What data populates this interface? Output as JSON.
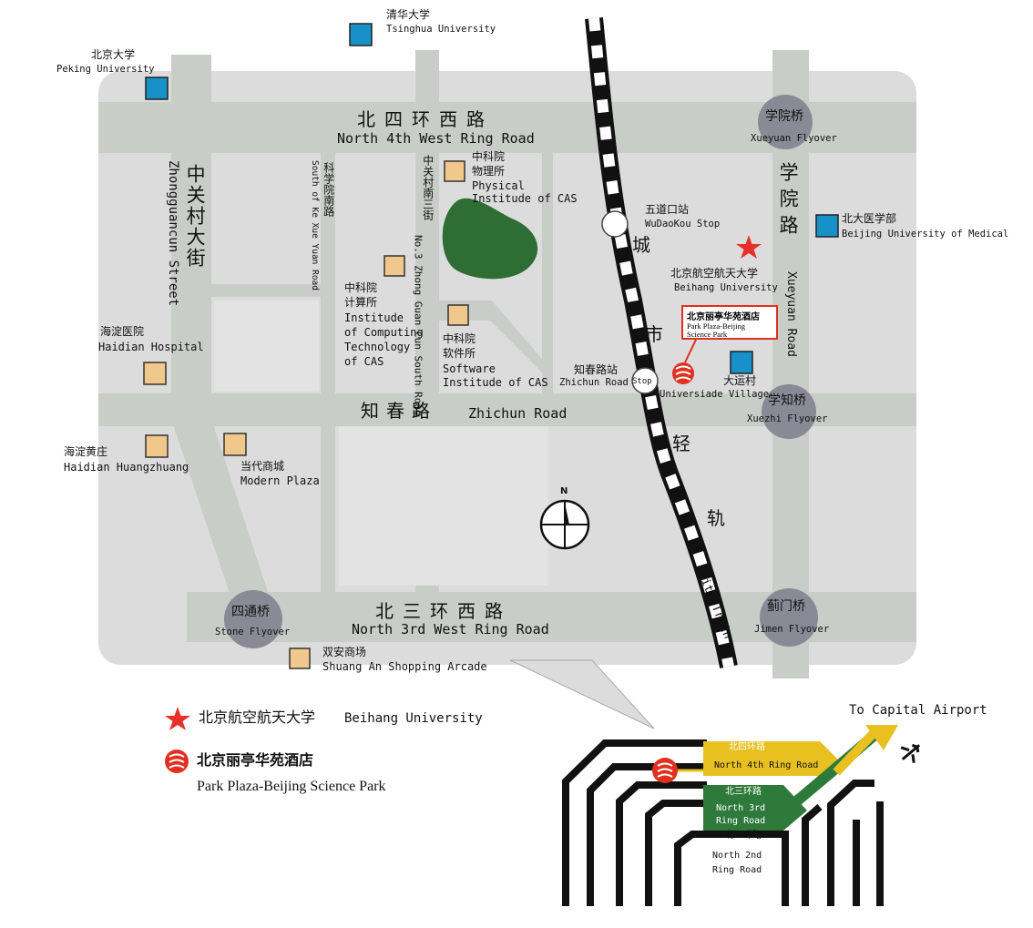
{
  "roads": {
    "north4_cn": "北四环西路",
    "north4_en": "North 4th West Ring Road",
    "north3_cn": "北三环西路",
    "north3_en": "North 3rd West Ring Road",
    "zhichun_cn": "知春路",
    "zhichun_en": "Zhichun Road",
    "zhongguancun_cn": "中关村大街",
    "zhongguancun_en": "Zhongguancun Street",
    "kexueyuan_cn": "科学院南路",
    "kexueyuan_en": "South of Ke Xue Yuan Road",
    "zgc3_cn": "中关村南三街",
    "zgc3_en": "No.3 Zhong Guan Cun South Road",
    "xueyuan_cn": "学院路",
    "xueyuan_en": "Xueyuan Road",
    "citytrain_cn": [
      "城",
      "市",
      "轻",
      "轨"
    ],
    "citytrain_en": "City Train"
  },
  "flyovers": {
    "xueyuan_cn": "学院桥",
    "xueyuan_en": "Xueyuan Flyover",
    "xuezhi_cn": "学知桥",
    "xuezhi_en": "Xuezhi Flyover",
    "jimen_cn": "蓟门桥",
    "jimen_en": "Jimen Flyover",
    "stone_cn": "四通桥",
    "stone_en": "Stone Flyover"
  },
  "stations": {
    "wudaokou_cn": "五道口站",
    "wudaokou_en": "WuDaoKou Stop",
    "zhichun_cn": "知春路站",
    "zhichun_en": "Zhichun Road",
    "zhichun_stop": "Stop"
  },
  "places": {
    "tsinghua_cn": "清华大学",
    "tsinghua_en": "Tsinghua University",
    "peking_cn": "北京大学",
    "peking_en": "Peking University",
    "physics_cn1": "中科院",
    "physics_cn2": "物理所",
    "physics_en1": "Physical",
    "physics_en2": "Institude of CAS",
    "computing_cn1": "中科院",
    "computing_cn2": "计算所",
    "computing_en1": "Institude",
    "computing_en2": "of Computing",
    "computing_en3": "Technology",
    "computing_en4": "of CAS",
    "software_cn1": "中科院",
    "software_cn2": "软件所",
    "software_en1": "Software",
    "software_en2": "Institude of CAS",
    "medical_cn": "北大医学部",
    "medical_en": "Beijing University of Medical",
    "beihang_cn": "北京航空航天大学",
    "beihang_en": "Beihang University",
    "univ_village_cn": "大运村",
    "univ_village_en": "Universiade Village",
    "haidian_hosp_cn": "海淀医院",
    "haidian_hosp_en": "Haidian Hospital",
    "huangzhuang_cn": "海淀黄庄",
    "huangzhuang_en": "Haidian Huangzhuang",
    "modern_cn": "当代商城",
    "modern_en": "Modern Plaza",
    "shuangan_cn": "双安商场",
    "shuangan_en": "Shuang An Shopping Arcade"
  },
  "hotel_callout": {
    "cn": "北京丽亭华苑酒店",
    "en1": "Park Plaza-Beijing",
    "en2": "Science Park"
  },
  "compass": {
    "north_letter": "N"
  },
  "legend": {
    "beihang_cn": "北京航空航天大学",
    "beihang_en": "Beihang University",
    "hotel_cn": "北京丽亭华苑酒店",
    "hotel_en": "Park Plaza-Beijing Science Park"
  },
  "inset": {
    "airport": "To Capital Airport",
    "north4_cn": "北四环路",
    "north4_en": "North 4th Ring Road",
    "north3_cn": "北三环路",
    "north3_en1": "North 3rd",
    "north3_en2": "Ring Road",
    "north2_cn": "北二环路",
    "north2_en1": "North 2nd",
    "north2_en2": "Ring Road"
  },
  "colors": {
    "road": "#c8cdc8",
    "block": "#dcdcdc",
    "flyover": "#8a8a96",
    "park": "#2e6e35",
    "star": "#e8302a",
    "hotel_red": "#e03020",
    "blue_marker": "#1890c8",
    "tan_marker": "#f0c88c",
    "inset_yellow": "#e8c020",
    "inset_green": "#2e7a3a"
  },
  "icons": {
    "beihang_marker": "star-icon",
    "hotel_marker": "hotel-logo-icon",
    "airport": "airplane-icon",
    "compass": "compass-icon"
  }
}
